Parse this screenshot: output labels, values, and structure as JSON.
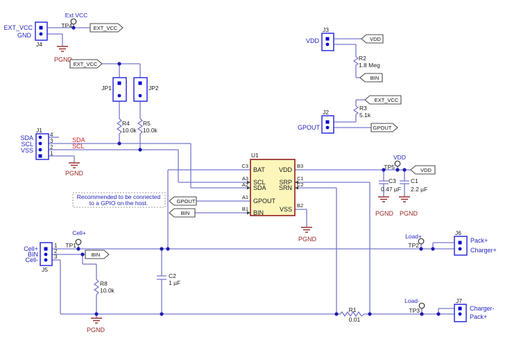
{
  "title": "Battery fuel gauge EVM schematic",
  "colors": {
    "background": "#ffffff",
    "wire": "#7676cc",
    "junction": "#1d1daf",
    "connector_outline": "#2b2bdd",
    "pin_fill": "#0202cf",
    "label_blue": "#2424c0",
    "net_label_red": "#cc2222",
    "ground_red": "#9c3030",
    "chip_fill": "#fcf6bb",
    "chip_border": "#8f1d1d",
    "text_black": "#1a1a1a"
  },
  "components": {
    "ic": {
      "U1": {
        "left_pins": [
          [
            "C3",
            "BAT"
          ],
          [
            "A3",
            "SCL"
          ],
          [
            "A2",
            "SDA"
          ],
          [
            "A1",
            "GPOUT"
          ],
          [
            "B1",
            "BIN"
          ]
        ],
        "right_pins": [
          [
            "B3",
            "VDD"
          ],
          [
            "C1",
            "SRP"
          ],
          [
            "C2",
            "SRN"
          ],
          [
            "B2",
            "VSS"
          ]
        ]
      }
    },
    "connectors": {
      "J1": [
        "SDA",
        "SCL",
        "VSS"
      ],
      "J2": [
        "GPOUT"
      ],
      "J3": [
        "VDD"
      ],
      "J4": [
        "EXT_VCC",
        "GND"
      ],
      "J5": [
        "Cell+",
        "BIN",
        "Cell-"
      ],
      "J6": [
        "Pack+",
        "Charger+"
      ],
      "J7": [
        "Charger-",
        "Pack+"
      ],
      "JP1": [],
      "JP2": []
    },
    "resistors": {
      "R1": "0.01",
      "R2": "1.8 Meg",
      "R3": "5.1k",
      "R4": "10.0k",
      "R5": "10.0k",
      "R8": "10.0k"
    },
    "capacitors": {
      "C1": "2.2 µF",
      "C2": "1 µF",
      "C3": "0.47 µF"
    },
    "test_points": {
      "TP1": "Cell+",
      "TP2": "Load+",
      "TP3": "Load-",
      "TP4": "Ext VCC",
      "TP5": "VDD"
    }
  },
  "t": {
    "net_ext_vcc_tp4": "Ext VCC",
    "tp4": "TP4",
    "j4": "J4",
    "j4_pin1": "EXT_VCC",
    "j4_pin2": "GND",
    "flag_ext_vcc": "EXT_VCC",
    "pgnd": "PGND",
    "jp1": "JP1",
    "jp2": "JP2",
    "r4": "R4",
    "r4_val": "10.0k",
    "r5": "R5",
    "r5_val": "10.0k",
    "j1": "J1",
    "j1_l1": "SDA",
    "j1_l2": "SCL",
    "j1_l3": "VSS",
    "n4": "4",
    "n3": "3",
    "n2": "2",
    "n1": "1",
    "net_sda": "SDA",
    "net_scl": "SCL",
    "j3": "J3",
    "j3_l1": "VDD",
    "flag_vdd": "VDD",
    "r2": "R2",
    "r2_val": "1.8 Meg",
    "flag_bin": "BIN",
    "r3": "R3",
    "r3_val": "5.1k",
    "j2": "J2",
    "j2_l1": "GPOUT",
    "flag_gpout": "GPOUT",
    "u1": "U1",
    "dc3": "C3",
    "da3": "A3",
    "da2": "A2",
    "da1": "A1",
    "db1": "B1",
    "db3": "B3",
    "dc1": "C1",
    "dc2": "C2",
    "db2": "B2",
    "bat": "BAT",
    "scl": "SCL",
    "sda": "SDA",
    "gpout": "GPOUT",
    "bin": "BIN",
    "vdd": "VDD",
    "srp": "SRP",
    "srn": "SRN",
    "vss": "VSS",
    "note1": "Recommended to be connected",
    "note2": "to a GPIO on the host.",
    "tp5": "TP5",
    "net_vdd_tp5": "VDD",
    "c3": "C3",
    "c3_val": "0.47 µF",
    "c1": "C1",
    "c1_val": "2.2 µF",
    "tp1": "TP1",
    "net_cellp_tp1": "Cell+",
    "j5": "J5",
    "j5_l1": "Cell+",
    "j5_l2": "BIN",
    "j5_l3": "Cell-",
    "r8": "R8",
    "r8_val": "10.0k",
    "c2": "C2",
    "c2_val": "1 µF",
    "r1": "R1",
    "r1_val": "0.01",
    "tp2": "TP2",
    "net_loadp": "Load+",
    "j6": "J6",
    "j6_l1": "Pack+",
    "j6_l2": "Charger+",
    "tp3": "TP3",
    "net_loadn": "Load-",
    "j7": "J7",
    "j7_l1": "Charger-",
    "j7_l2": "Pack+"
  }
}
